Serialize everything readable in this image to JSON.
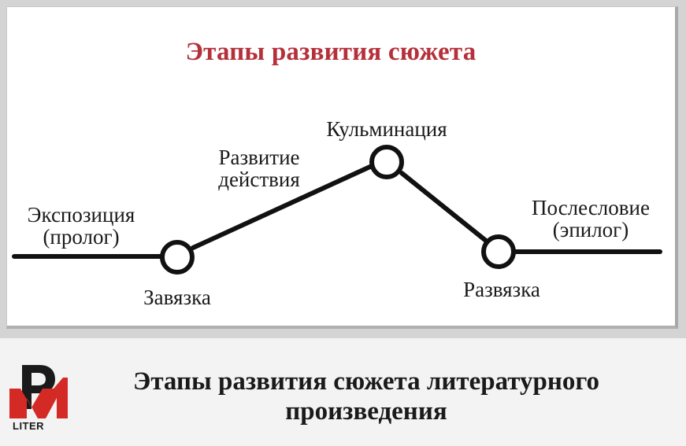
{
  "diagram": {
    "title": "Этапы развития сюжета",
    "title_color": "#b5303a",
    "line_color": "#111111",
    "stages": {
      "exposition_line1": "Экспозиция",
      "exposition_line2": "(пролог)",
      "plot_start": "Завязка",
      "rising_line1": "Развитие",
      "rising_line2": "действия",
      "climax": "Кульминация",
      "resolution": "Развязка",
      "epilogue_line1": "Послесловие",
      "epilogue_line2": "(эпилог)"
    }
  },
  "footer": {
    "logo_text": "LITER",
    "logo_color": "#d42a26",
    "title_line1": "Этапы развития сюжета литературного",
    "title_line2": "произведения"
  }
}
